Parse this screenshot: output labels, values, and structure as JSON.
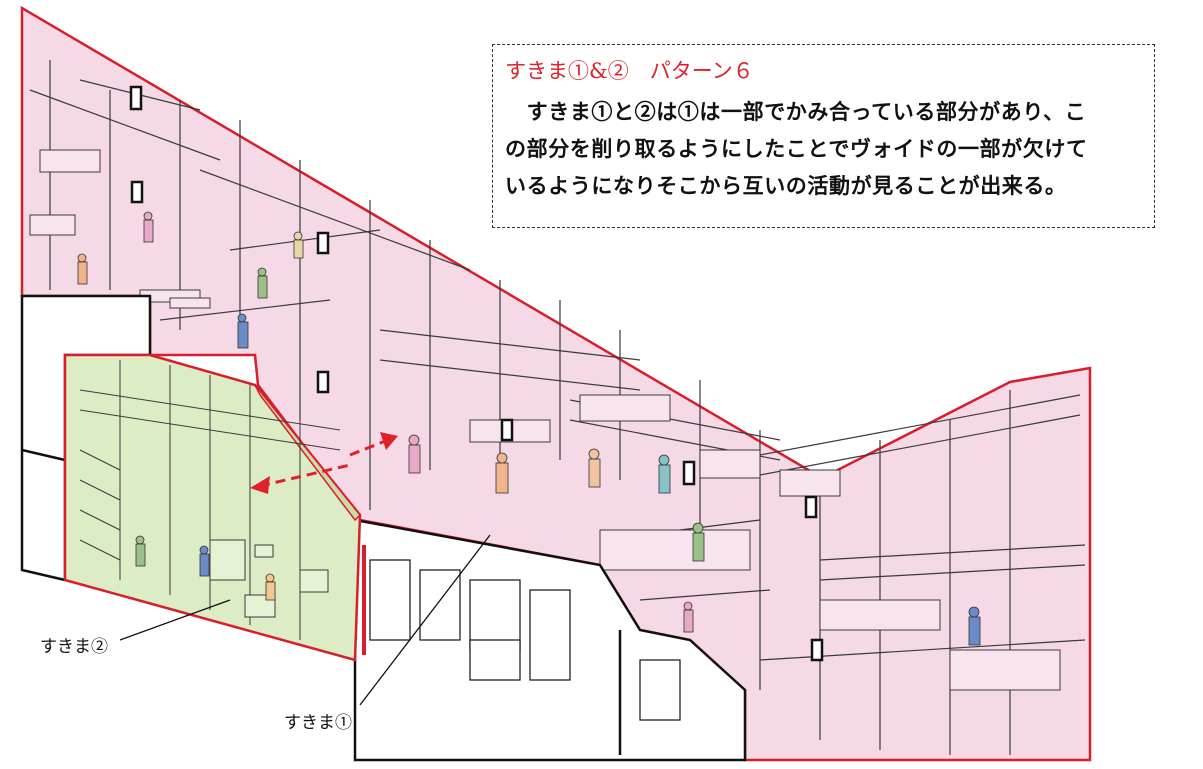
{
  "note": {
    "title": "すきま①&②　パターン６",
    "lines": [
      "　すきま①と②は①は一部でかみ合っている部分があり、こ",
      "の部分を削り取るようにしたことでヴォイドの一部が欠けて",
      "いるようになりそこから互いの活動が見ることが出来る。"
    ]
  },
  "labels": {
    "gap2": "すきま②",
    "gap1": "すきま①"
  },
  "colors": {
    "pink_fill": "#f5d9e6",
    "green_fill": "#dcecc4",
    "outline_red": "#d81e2a",
    "arrow_red": "#e0202a",
    "structure_line": "#3a3a3a"
  }
}
